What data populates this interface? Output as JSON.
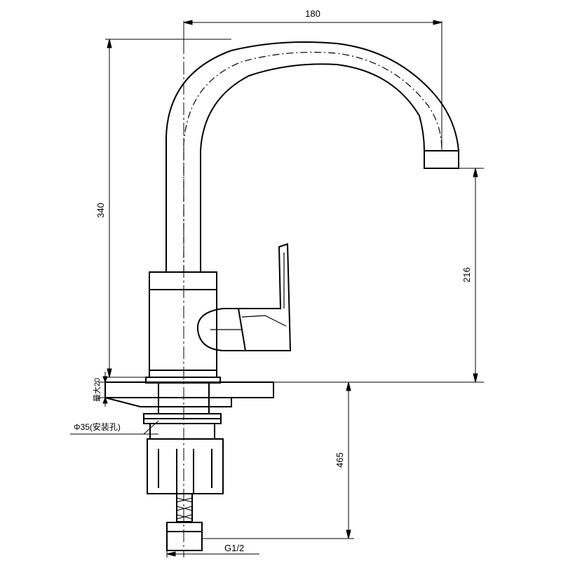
{
  "dimensions": {
    "width": "180",
    "height": "340",
    "spout_height": "216",
    "max_thickness": "最大20",
    "below_length": "465",
    "mount_hole": "Φ35(安装孔)",
    "thread": "G1/2"
  },
  "colors": {
    "line": "#000000",
    "centerline": "#000000"
  }
}
